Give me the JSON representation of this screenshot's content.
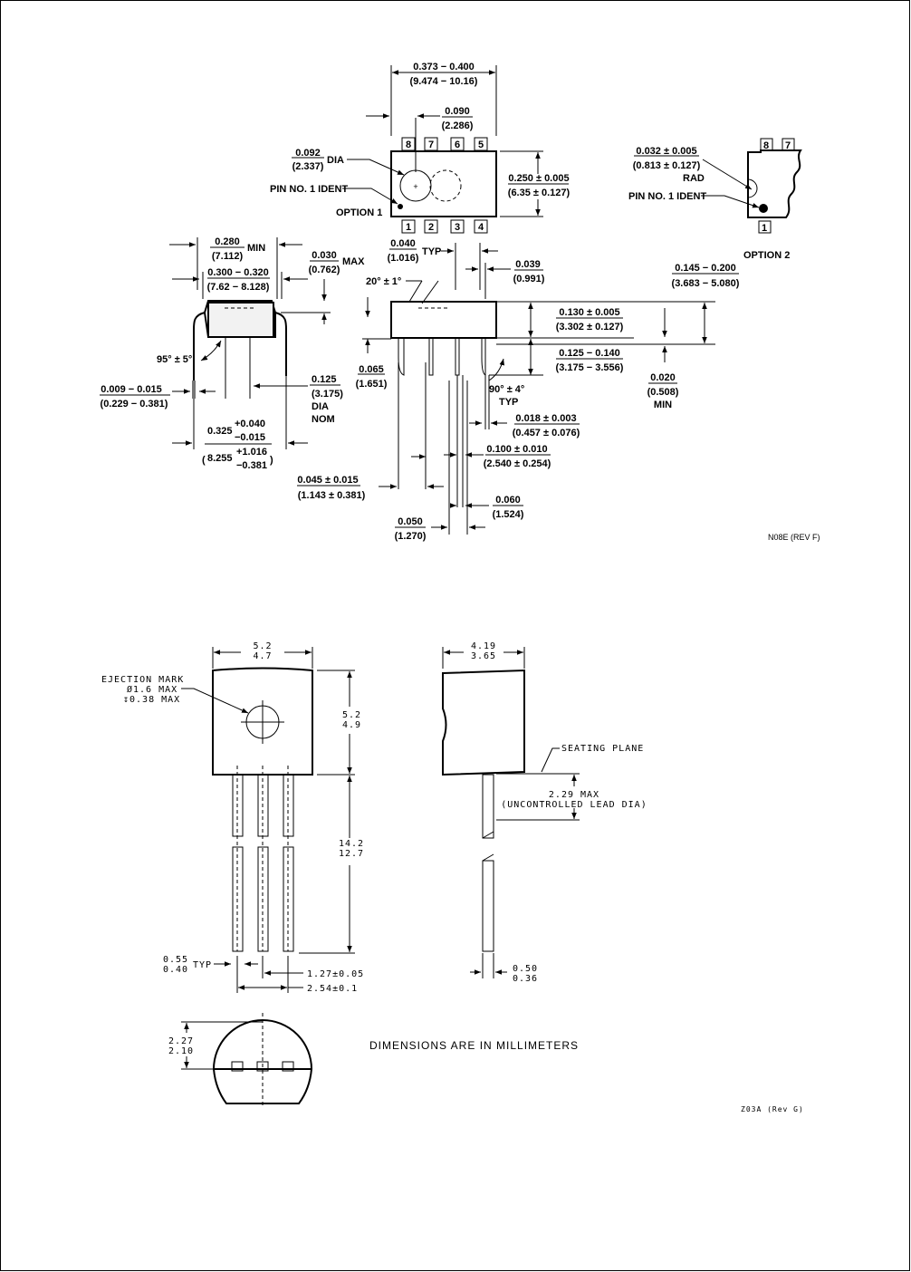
{
  "top_drawing": {
    "dims": {
      "overall_length_in": "0.373 − 0.400",
      "overall_length_mm": "(9.474 − 10.16)",
      "pin1_offset_in": "0.090",
      "pin1_offset_mm": "(2.286)",
      "hole_dia_in": "0.092",
      "hole_dia_mm": "(2.337)",
      "dia_label": "DIA",
      "pin1_ident": "PIN NO. 1 IDENT",
      "option1": "OPTION 1",
      "width_in": "0.250 ± 0.005",
      "width_mm": "(6.35 ± 0.127)",
      "row_spacing_min_in": "0.280",
      "row_spacing_min_mm": "(7.112)",
      "min_label": "MIN",
      "lead_pitch_typ_in": "0.040",
      "lead_pitch_typ_mm": "(1.016)",
      "typ_label": "TYP",
      "max_030_in": "0.030",
      "max_030_mm": "(0.762)",
      "max_label": "MAX",
      "body_width_in": "0.300 − 0.320",
      "body_width_mm": "(7.62 − 8.128)",
      "angle_20": "20° ± 1°",
      "dim_039_in": "0.039",
      "dim_039_mm": "(0.991)",
      "height_in": "0.145 − 0.200",
      "height_mm": "(3.683 − 5.080)",
      "body_ht_in": "0.130 ± 0.005",
      "body_ht_mm": "(3.302 ± 0.127)",
      "lead_len_in": "0.125 − 0.140",
      "lead_len_mm": "(3.175 − 3.556)",
      "angle_95": "95° ± 5°",
      "dim_065_in": "0.065",
      "dim_065_mm": "(1.651)",
      "angle_90": "90° ± 4°",
      "typ_label2": "TYP",
      "seat_min_in": "0.020",
      "seat_min_mm": "(0.508)",
      "min_label2": "MIN",
      "lead_thk_in": "0.009 − 0.015",
      "lead_thk_mm": "(0.229 − 0.381)",
      "dia125_in": "0.125",
      "dia125_mm": "(3.175)",
      "dia_label2": "DIA",
      "nom_label": "NOM",
      "lead_w_in": "0.018 ± 0.003",
      "lead_w_mm": "(0.457 ± 0.076)",
      "pitch_in": "0.100 ± 0.010",
      "pitch_mm": "(2.540 ± 0.254)",
      "span_main": "0.325",
      "span_tol_plus": "+0.040",
      "span_tol_minus": "−0.015",
      "span_mm_main": "8.255",
      "span_mm_plus": "+1.016",
      "span_mm_minus": "−0.381",
      "dim_045_in": "0.045 ± 0.015",
      "dim_045_mm": "(1.143 ± 0.381)",
      "dim_060_in": "0.060",
      "dim_060_mm": "(1.524)",
      "dim_050_in": "0.050",
      "dim_050_mm": "(1.270)",
      "rad_in": "0.032 ± 0.005",
      "rad_mm": "(0.813 ± 0.127)",
      "rad_label": "RAD",
      "pin1_ident2": "PIN NO. 1 IDENT",
      "option2": "OPTION 2",
      "rev": "N08E (REV F)"
    },
    "pins_top": [
      "8",
      "7",
      "6",
      "5"
    ],
    "pins_bottom": [
      "1",
      "2",
      "3",
      "4"
    ],
    "pins_opt2_top": [
      "8",
      "7"
    ],
    "pins_opt2_bottom": [
      "1"
    ]
  },
  "bottom_drawing": {
    "width_max": "5.2",
    "width_min": "4.7",
    "side_max": "4.19",
    "side_min": "3.65",
    "ejection_mark": "EJECTION MARK",
    "ejection_dia": "Ø1.6 MAX",
    "ejection_depth": "↧0.38 MAX",
    "height_max": "5.2",
    "height_min": "4.9",
    "seating_plane": "SEATING PLANE",
    "lead_dia_max": "2.29 MAX",
    "lead_dia_note": "(UNCONTROLLED LEAD DIA)",
    "lead_len_max": "14.2",
    "lead_len_min": "12.7",
    "lead_w_max": "0.55",
    "lead_w_min": "0.40",
    "typ_label": "TYP",
    "pitch1": "1.27±0.05",
    "pitch2": "2.54±0.1",
    "lead_thk_max": "0.50",
    "lead_thk_min": "0.36",
    "flat_max": "2.27",
    "flat_min": "2.10",
    "units_note": "DIMENSIONS ARE IN MILLIMETERS",
    "rev": "Z03A (Rev G)"
  }
}
